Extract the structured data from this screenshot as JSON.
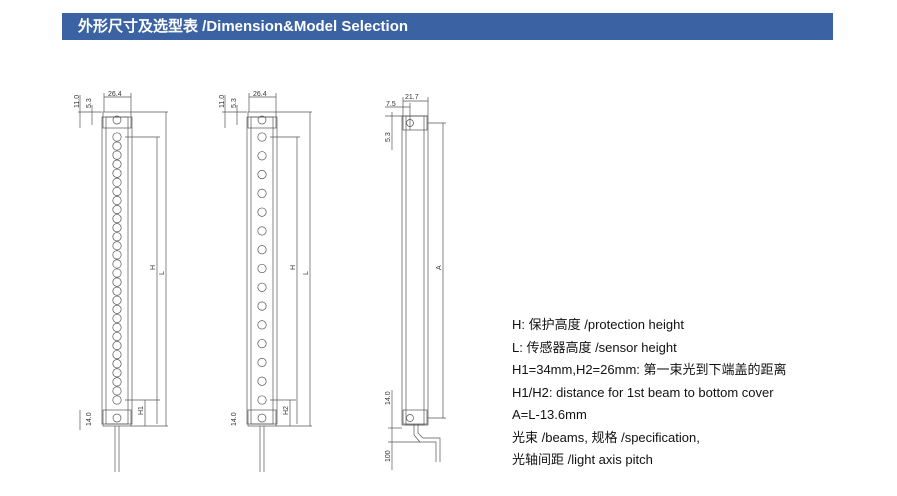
{
  "header": {
    "title": "外形尺寸及选型表 /Dimension&Model Selection",
    "color": "#3b63a3"
  },
  "drawing1": {
    "d11": "11.0",
    "d53": "5.3",
    "width": "26.4",
    "H": "H",
    "L": "L",
    "H1": "H1",
    "d14": "14.0",
    "beams": 30
  },
  "drawing2": {
    "d11": "11.0",
    "d53": "5.3",
    "width": "26.4",
    "H": "H",
    "L": "L",
    "H2": "H2",
    "d14": "14.0",
    "beams": 15
  },
  "drawing3": {
    "d75": "7.5",
    "width": "21.7",
    "d53": "5.3",
    "A": "A",
    "d14": "14.0",
    "d100": "100"
  },
  "notes": [
    "H: 保护高度 /protection height",
    "L: 传感器高度 /sensor height",
    "H1=34mm,H2=26mm: 第一束光到下端盖的距离",
    "H1/H2: distance for 1st beam to bottom cover",
    "A=L-13.6mm",
    "光束 /beams, 规格 /specification,",
    "光轴间距 /light axis pitch"
  ]
}
